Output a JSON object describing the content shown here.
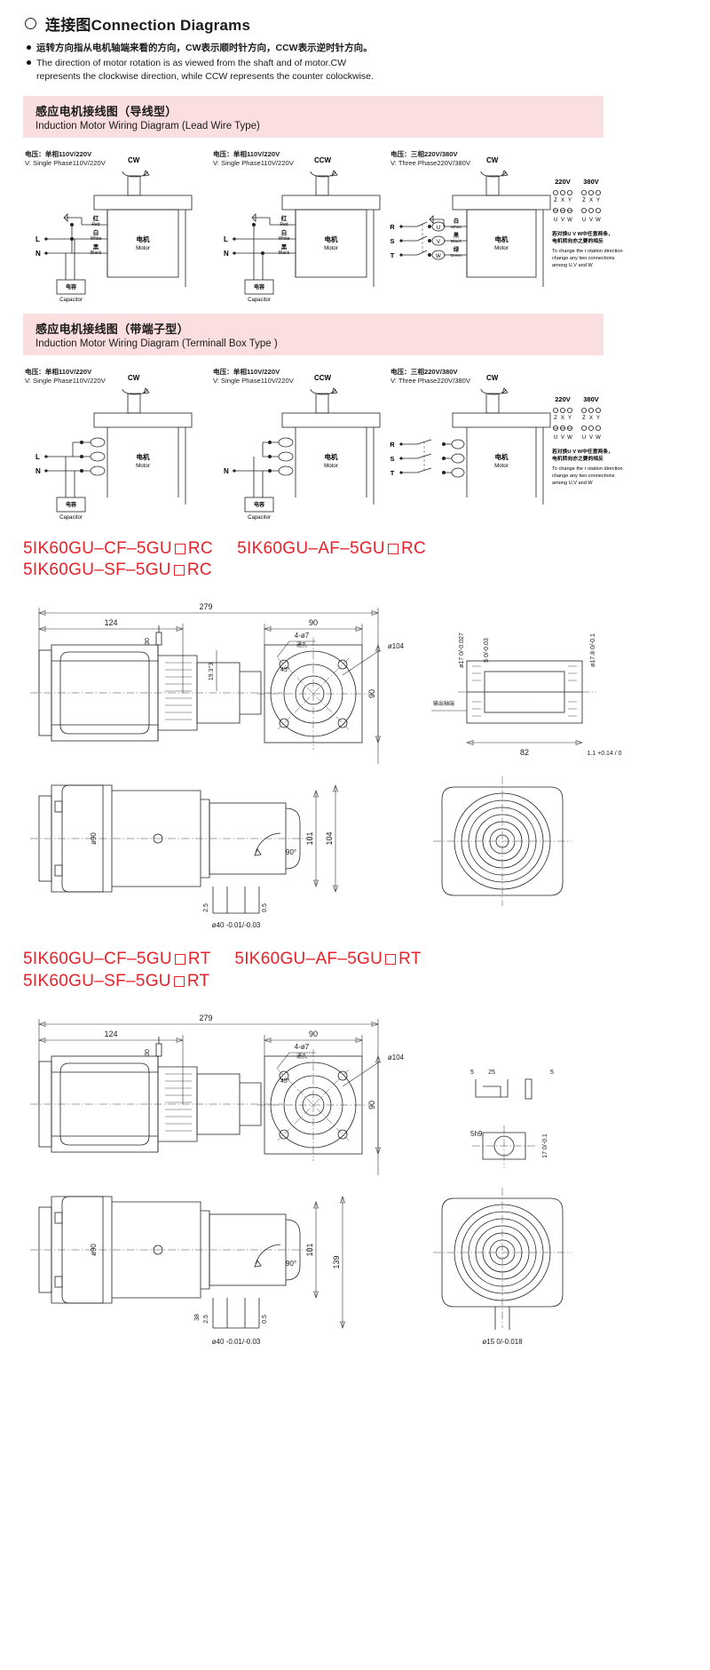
{
  "header": {
    "bullet_icon": "circle-outline-icon",
    "title": "连接图Connection Diagrams",
    "notes": [
      "运转方向指从电机轴端来看的方向，CW表示顺时针方向，CCW表示逆时针方向。",
      "The direction of motor rotation is as viewed from the shaft and of motor.CW",
      "represents the clockwise direction, while CCW represents the counter colockwise."
    ]
  },
  "section_lead": {
    "title_cn": "感应电机接线图（导线型）",
    "title_en": "Induction Motor Wiring Diagram (Lead Wire Type)"
  },
  "section_terminal": {
    "title_cn": "感应电机接线图（带端子型）",
    "title_en": "Induction Motor Wiring Diagram (Terminall Box Type )"
  },
  "wiring": {
    "single_cw": {
      "voltage_cn": "电压：单相110V/220V",
      "voltage_en": "V: Single Phase110V/220V",
      "rotation": "CW",
      "motor_cn": "电机",
      "motor_en": "Motor",
      "capacitor_cn": "电容",
      "capacitor_en": "Capacitor",
      "terminals": [
        "L",
        "N"
      ],
      "leads": [
        {
          "cn": "红",
          "en": "Red"
        },
        {
          "cn": "白",
          "en": "White"
        },
        {
          "cn": "黑",
          "en": "Black"
        }
      ]
    },
    "single_ccw": {
      "voltage_cn": "电压：单相110V/220V",
      "voltage_en": "V: Single Phase110V/220V",
      "rotation": "CCW",
      "motor_cn": "电机",
      "motor_en": "Motor",
      "capacitor_cn": "电容",
      "capacitor_en": "Capacitor",
      "terminals": [
        "L",
        "N"
      ],
      "leads": [
        {
          "cn": "红",
          "en": "Red"
        },
        {
          "cn": "白",
          "en": "White"
        },
        {
          "cn": "黑",
          "en": "Black"
        }
      ]
    },
    "three_phase": {
      "voltage_cn": "电压：三相220V/380V",
      "voltage_en": "V: Three Phase220V/380V",
      "rotation": "CW",
      "motor_cn": "电机",
      "motor_en": "Motor",
      "terminals": [
        "R",
        "S",
        "T"
      ],
      "phases": [
        "U",
        "V",
        "W"
      ],
      "leads": [
        {
          "cn": "白",
          "en": "White"
        },
        {
          "cn": "黑",
          "en": "Black"
        },
        {
          "cn": "绿",
          "en": "Green"
        }
      ],
      "connection_220v": "220V",
      "connection_380v": "380V",
      "term_top": [
        "Z",
        "X",
        "Y"
      ],
      "term_bottom": [
        "U",
        "V",
        "W"
      ],
      "note_cn1": "若对换U V W中任意两条，",
      "note_cn2": "电机转向亦之要的相反",
      "note_en1": "To change the r  otation direction",
      "note_en2": "change any two connections",
      "note_en3": "among U,V and W"
    }
  },
  "models_rc": {
    "line1": [
      "5IK60GU–CF–5GU",
      "RC"
    ],
    "line1b": [
      "5IK60GU–AF–5GU",
      "RC"
    ],
    "line2": [
      "5IK60GU–SF–5GU",
      "RC"
    ]
  },
  "models_rt": {
    "line1": [
      "5IK60GU–CF–5GU",
      "RT"
    ],
    "line1b": [
      "5IK60GU–AF–5GU",
      "RT"
    ],
    "line2": [
      "5IK60GU–SF–5GU",
      "RT"
    ]
  },
  "dims_rc": {
    "overall": "279",
    "body": "124",
    "flange": "90",
    "flange_h": "90",
    "holes": "4-ø7",
    "holes_cn": "通孔",
    "angle": "45°",
    "bolt_circle": "19.3°3",
    "pilot": "ø104",
    "shaft_dia": "ø17 0/-0.027",
    "shaft_key": "5 0/-0.03",
    "shaft_alt": "ø17.8 0/-0.1",
    "shaft_len": "82",
    "key_tol": "1.1 +0.14 / 0",
    "shaft_end_cn": "输出轴端",
    "box_small": "30",
    "side_dia": "ø90",
    "height_101": "101",
    "height_104": "104",
    "rot_angle": "90°",
    "gap_25": "2.5",
    "gap_05": "0.5",
    "hole_40": "ø40 -0.01/-0.03"
  },
  "dims_rt": {
    "overall": "279",
    "body": "124",
    "flange": "90",
    "flange_h": "90",
    "holes": "4-ø7",
    "holes_cn": "通孔",
    "angle": "45°",
    "pilot": "ø104",
    "box_small": "30",
    "side_dia": "ø90",
    "height_101": "101",
    "height_139": "139",
    "rot_angle": "90°",
    "gap_38": "38",
    "gap_25": "2.5",
    "gap_05": "0.5",
    "hole_40": "ø40 -0.01/-0.03",
    "key_5": "5",
    "key_25": "25",
    "key_5b": "5",
    "key_5h9": "5h9",
    "key_17": "17 0/-0.1",
    "shaft_15": "ø15 0/-0.018"
  },
  "colors": {
    "accent_red": "#e8212a",
    "band_pink": "#fbdfe0",
    "line": "#222222"
  }
}
